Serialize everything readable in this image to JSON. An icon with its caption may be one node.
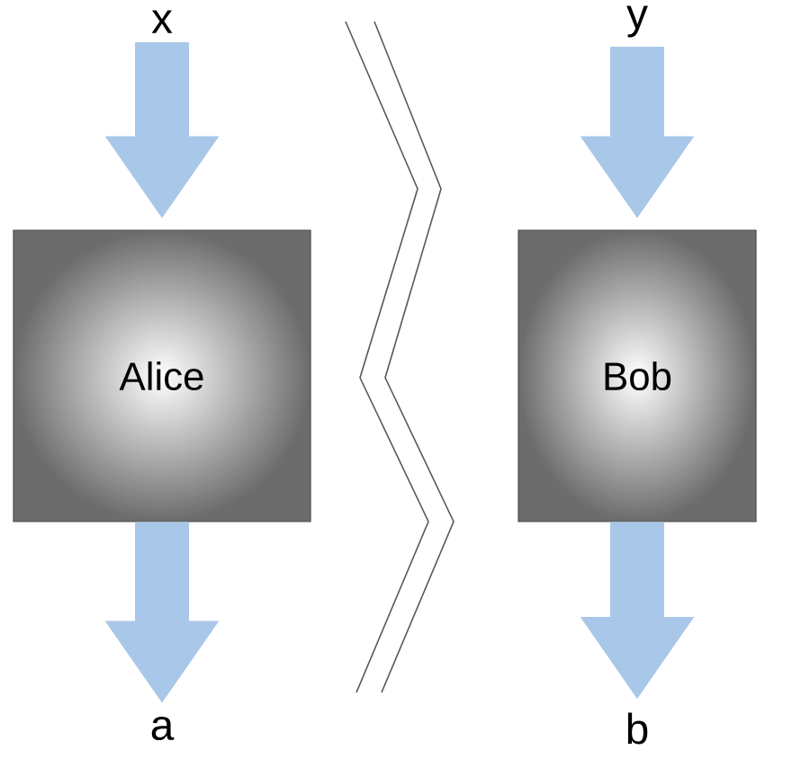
{
  "diagram": {
    "nodes": [
      {
        "text": [
          "x"
        ]
      },
      {
        "text": [
          "Alice"
        ]
      },
      {
        "text": [
          "a"
        ]
      },
      {
        "text": [
          "y"
        ]
      },
      {
        "text": [
          "Bob"
        ]
      },
      {
        "text": [
          "b"
        ]
      }
    ],
    "edges": [
      {
        "from": 0,
        "to": 1,
        "arrow": "to"
      },
      {
        "from": 1,
        "to": 2,
        "arrow": "to"
      },
      {
        "from": 3,
        "to": 4,
        "arrow": "to"
      },
      {
        "from": 4,
        "to": 5,
        "arrow": "to"
      }
    ]
  }
}
